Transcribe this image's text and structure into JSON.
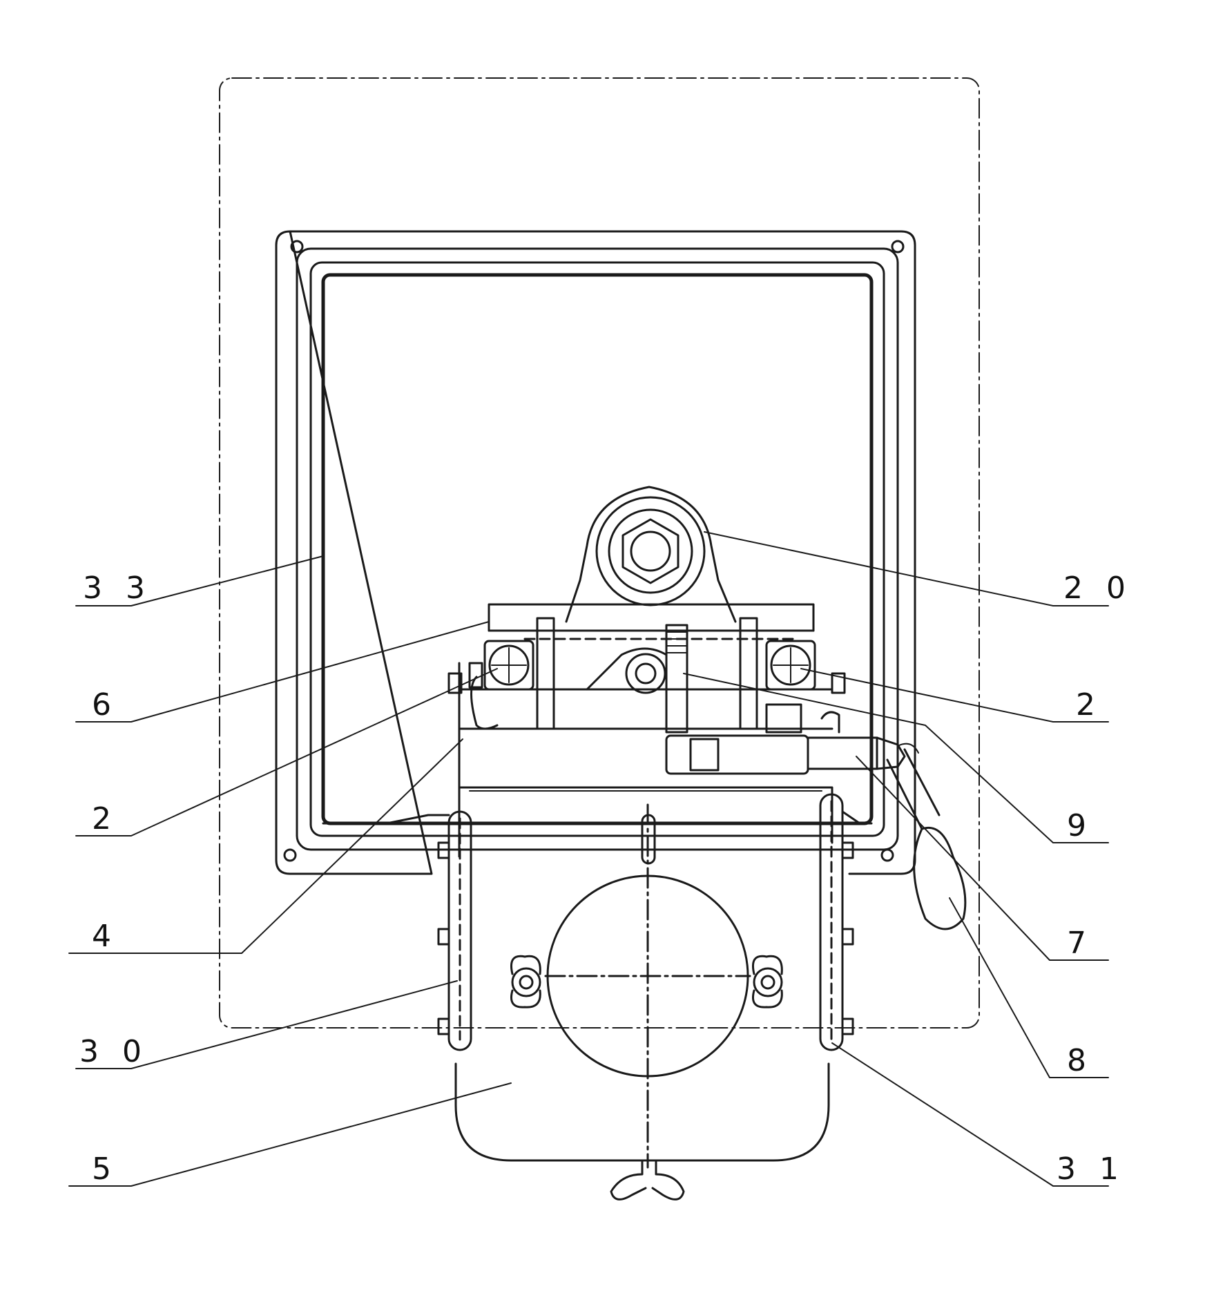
{
  "figure": {
    "labels": {
      "l33": "3 3",
      "l20": "2 0",
      "l6": "6",
      "l2a": "2",
      "l2b": "2",
      "l9": "9",
      "l4": "4",
      "l7": "7",
      "l30": "3 0",
      "l8": "8",
      "l5": "5",
      "l31": "3 1"
    }
  }
}
